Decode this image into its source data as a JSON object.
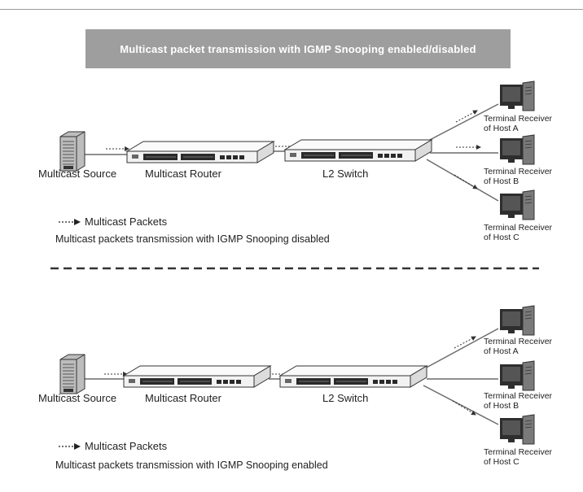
{
  "title": "Multicast packet transmission with IGMP Snooping enabled/disabled",
  "panels": [
    {
      "source_label": "Multicast Source",
      "router_label": "Multicast Router",
      "switch_label": "L2 Switch",
      "hosts": [
        {
          "line1": "Terminal Receiver",
          "line2": "of Host A"
        },
        {
          "line1": "Terminal Receiver",
          "line2": "of Host B"
        },
        {
          "line1": "Terminal Receiver",
          "line2": "of Host C"
        }
      ],
      "legend": "Multicast Packets",
      "caption": "Multicast packets transmission with IGMP Snooping disabled"
    },
    {
      "source_label": "Multicast Source",
      "router_label": "Multicast Router",
      "switch_label": "L2 Switch",
      "hosts": [
        {
          "line1": "Terminal Receiver",
          "line2": "of Host A"
        },
        {
          "line1": "Terminal Receiver",
          "line2": "of Host B"
        },
        {
          "line1": "Terminal Receiver",
          "line2": "of Host C"
        }
      ],
      "legend": "Multicast Packets",
      "caption": "Multicast packets transmission with IGMP Snooping enabled"
    }
  ],
  "colors": {
    "title_bg": "#9e9e9e",
    "line": "#6b6b6b",
    "device_body": "#f4f4f4",
    "port": "#333333"
  },
  "icons": [
    "server-tower-icon",
    "router-icon",
    "switch-icon",
    "pc-tower-icon",
    "monitor-icon",
    "dashed-arrow-icon"
  ]
}
